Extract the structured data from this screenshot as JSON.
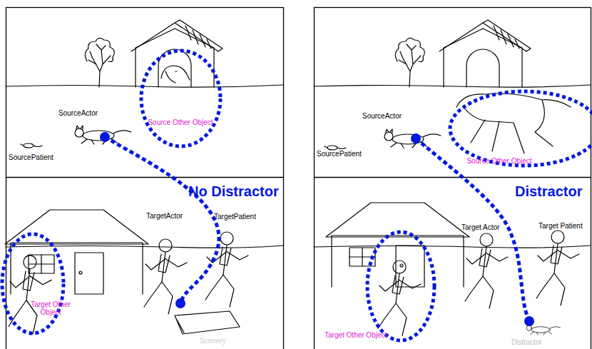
{
  "diagram": {
    "nodes": [
      {
        "text": [
          "Source Other Object"
        ]
      },
      {
        "text": [
          "Target Other Object"
        ]
      },
      {
        "text": [
          "Source Other Object"
        ]
      },
      {
        "text": [
          "Target Other Object"
        ]
      }
    ],
    "labels": [
      "SourceActor",
      "SourcePatient",
      "No Distractor",
      "TargetActor",
      "TargetPatient",
      "Scenery",
      "SourceActor",
      "SourcePatient",
      "Distractor",
      "Target Actor",
      "Target Patient",
      "Distractor"
    ]
  }
}
